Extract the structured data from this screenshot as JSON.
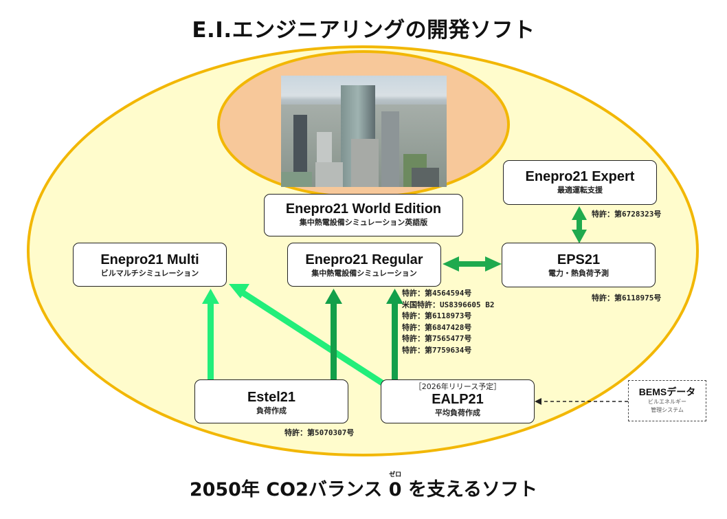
{
  "title": "E.I.エンジニアリングの開発ソフト",
  "footer": {
    "prefix": "2050年 CO2バランス ",
    "zero": "0",
    "zero_ruby": "ゼロ",
    "suffix": " を支えるソフト"
  },
  "colors": {
    "outer_ellipse_fill": "#fffccc",
    "ellipse_stroke": "#f2b705",
    "inner_ellipse_fill": "#f7c89a",
    "arrow_light_green": "#22ee7a",
    "arrow_dark_green": "#139f4a",
    "arrow_mid_green": "#1faa4e"
  },
  "products": {
    "world": {
      "name": "Enepro21 World Edition",
      "desc": "集中熱電設備シミュレーション英語版"
    },
    "expert": {
      "name": "Enepro21 Expert",
      "desc": "最適運転支援",
      "patent": "特許：第6728323号"
    },
    "multi": {
      "name": "Enepro21 Multi",
      "desc": "ビルマルチシミュレーション"
    },
    "regular": {
      "name": "Enepro21 Regular",
      "desc": "集中熱電設備シミュレーション",
      "patents": [
        "特許：第4564594号",
        "米国特許：US8396605 B2",
        "特許：第6118973号",
        "特許：第6847428号",
        "特許：第7565477号",
        "特許：第7759634号"
      ]
    },
    "eps": {
      "name": "EPS21",
      "desc": "電力・熱負荷予測",
      "patent": "特許：第6118975号"
    },
    "estel": {
      "name": "Estel21",
      "desc": "負荷作成",
      "patent": "特許：第5070307号"
    },
    "ealp": {
      "name": "EALP21",
      "desc": "平均負荷作成",
      "release": "［2026年リリース予定］"
    }
  },
  "bems": {
    "title": "BEMSデータ",
    "sub1": "ビルエネルギー",
    "sub2": "管理システム"
  },
  "photo": {
    "alt": "都市の高層ビル群"
  }
}
